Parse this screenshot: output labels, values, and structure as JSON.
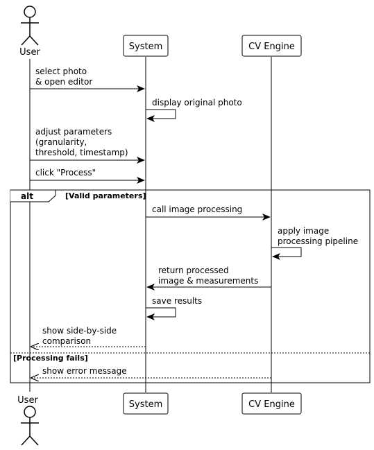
{
  "participants": {
    "user": "User",
    "system": "System",
    "cv_engine": "CV Engine"
  },
  "messages": {
    "m1": [
      "select photo",
      "& open editor"
    ],
    "m2": [
      "display original photo"
    ],
    "m3": [
      "adjust parameters",
      "(granularity,",
      "threshold, timestamp)"
    ],
    "m4": [
      "click \"Process\""
    ],
    "m5": [
      "call image processing"
    ],
    "m6": [
      "apply image",
      "processing pipeline"
    ],
    "m7": [
      "return processed",
      "image & measurements"
    ],
    "m8": [
      "save results"
    ],
    "m9": [
      "show side-by-side",
      "comparison"
    ],
    "m10": [
      "show error message"
    ]
  },
  "fragment": {
    "keyword": "alt",
    "guard_1": "[Valid parameters]",
    "guard_2": "[Processing fails]"
  }
}
